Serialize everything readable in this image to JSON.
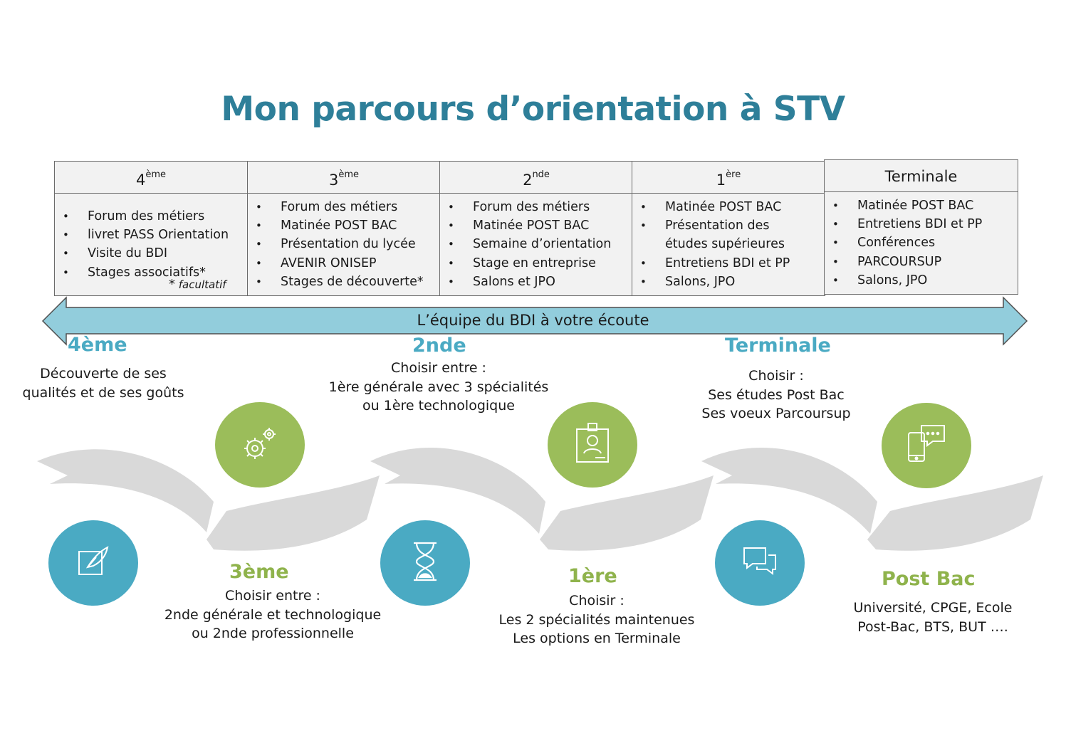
{
  "title": "Mon parcours d’orientation à STV",
  "columns": [
    {
      "grade": "4",
      "sup": "ème",
      "items": [
        "Forum des métiers",
        "livret PASS Orientation",
        "Visite du BDI",
        "Stages associatifs*"
      ],
      "note_star": "*",
      "note": "facultatif"
    },
    {
      "grade": "3",
      "sup": "ème",
      "items": [
        "Forum des métiers",
        "Matinée POST BAC",
        "Présentation du lycée",
        "AVENIR ONISEP",
        "Stages de découverte*"
      ]
    },
    {
      "grade": "2",
      "sup": "nde",
      "items": [
        "Forum des métiers",
        "Matinée POST BAC",
        "Semaine d’orientation",
        "Stage en entreprise",
        "Salons et JPO"
      ]
    },
    {
      "grade": "1",
      "sup": "ère",
      "items": [
        "Matinée POST BAC",
        "Présentation des",
        "études supérieures",
        "Entretiens BDI et PP",
        "Salons, JPO"
      ]
    },
    {
      "grade": "Terminale",
      "sup": "",
      "items": [
        "Matinée POST BAC",
        "Entretiens BDI et  PP",
        "Conférences",
        "PARCOURSUP",
        "Salons, JPO"
      ]
    }
  ],
  "banner": "L’équipe du BDI à votre écoute",
  "stages": [
    {
      "title": "4ème",
      "lines": [
        "Découverte de ses",
        "qualités et de ses goûts"
      ]
    },
    {
      "title": "2nde",
      "lines": [
        "Choisir entre :",
        "1ère générale avec 3 spécialités",
        "ou 1ère technologique"
      ]
    },
    {
      "title": "Terminale",
      "lines": [
        "Choisir :",
        "Ses études Post Bac",
        "Ses voeux  Parcoursup"
      ]
    },
    {
      "title": "3ème",
      "lines": [
        "Choisir entre :",
        "2nde générale et technologique",
        "ou 2nde professionnelle"
      ]
    },
    {
      "title": "1ère",
      "lines": [
        "Choisir :",
        "Les 2 spécialités maintenues",
        "Les options en Terminale"
      ]
    },
    {
      "title": "Post Bac",
      "lines": [
        "Université, CPGE, Ecole",
        "Post-Bac, BTS, BUT …."
      ]
    }
  ],
  "colors": {
    "title": "#2e7f99",
    "blue": "#4aaac3",
    "green": "#9bbd5a",
    "banner": "#92cddc",
    "ribbon": "#d9d9d9"
  },
  "icons": [
    "quill-icon",
    "gears-icon",
    "hourglass-icon",
    "id-badge-icon",
    "chat-icon",
    "phone-chat-icon"
  ]
}
